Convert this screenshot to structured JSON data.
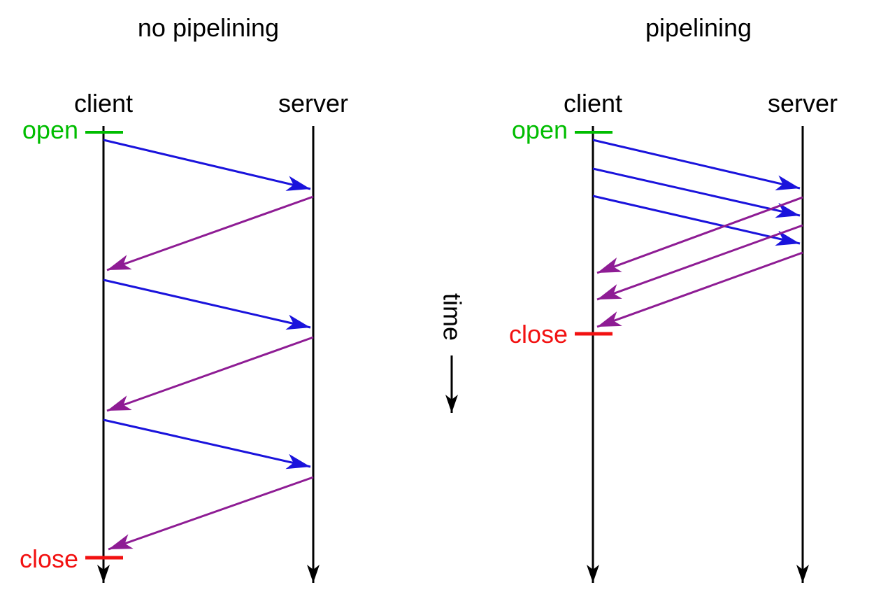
{
  "figure": {
    "left_diagram": {
      "title": "no pipelining",
      "client_label": "client",
      "server_label": "server",
      "open_label": "open",
      "close_label": "close",
      "request_arrows": 3,
      "response_arrows": 3
    },
    "right_diagram": {
      "title": "pipelining",
      "client_label": "client",
      "server_label": "server",
      "open_label": "open",
      "close_label": "close",
      "request_arrows": 3,
      "response_arrows": 3
    },
    "time_axis": {
      "label": "time",
      "direction": "down"
    },
    "colors": {
      "request_arrow": "#1a13dc",
      "response_arrow": "#8e1c94",
      "open_marker": "#00bd00",
      "close_marker": "#f21111",
      "lifeline": "#000000",
      "background": "#ffffff"
    }
  }
}
